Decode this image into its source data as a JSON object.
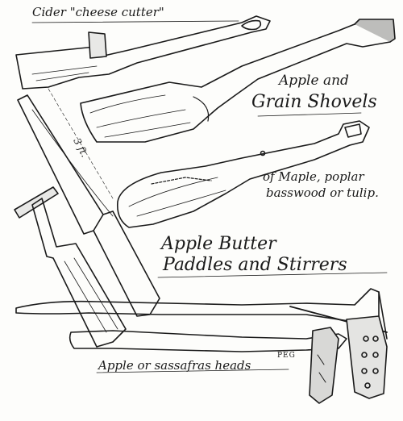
{
  "captions": {
    "cider_cheese_cutter": "Cider \"cheese cutter\"",
    "apple_and": "Apple and",
    "grain_shovels": "Grain Shovels",
    "of_maple": "of Maple, poplar",
    "basswood": "basswood or tulip.",
    "apple_butter": "Apple Butter",
    "paddles_and_stirrers": "Paddles and Stirrers",
    "apple_or_sassafras": "Apple or sassafras heads",
    "measure": "3 ft.",
    "peg": "PEG"
  },
  "illustration": {
    "style": "pen-and-ink sketch",
    "ink_color": "#1a1a1a",
    "paper_color": "#fdfdfb",
    "objects": [
      "cheese-cutter",
      "shovel",
      "shovel",
      "paddle",
      "stirrer",
      "stirrer"
    ]
  }
}
